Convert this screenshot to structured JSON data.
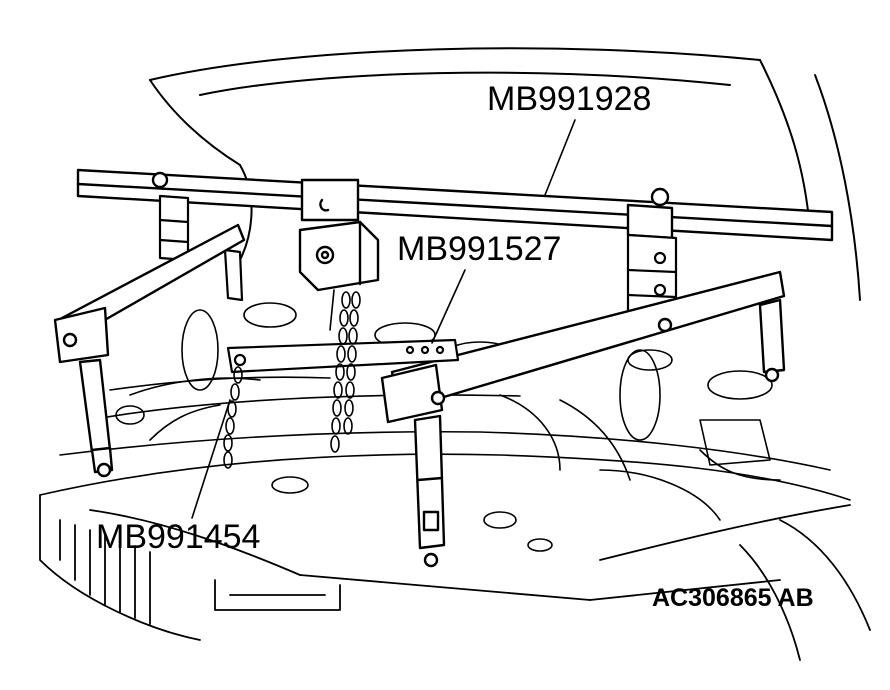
{
  "labels": {
    "engine_hanger": "MB991928",
    "slide_bracket": "MB991527",
    "chain": "MB991454"
  },
  "figure_code": "AC306865 AB",
  "colors": {
    "ink": "#000000",
    "paper": "#ffffff"
  }
}
